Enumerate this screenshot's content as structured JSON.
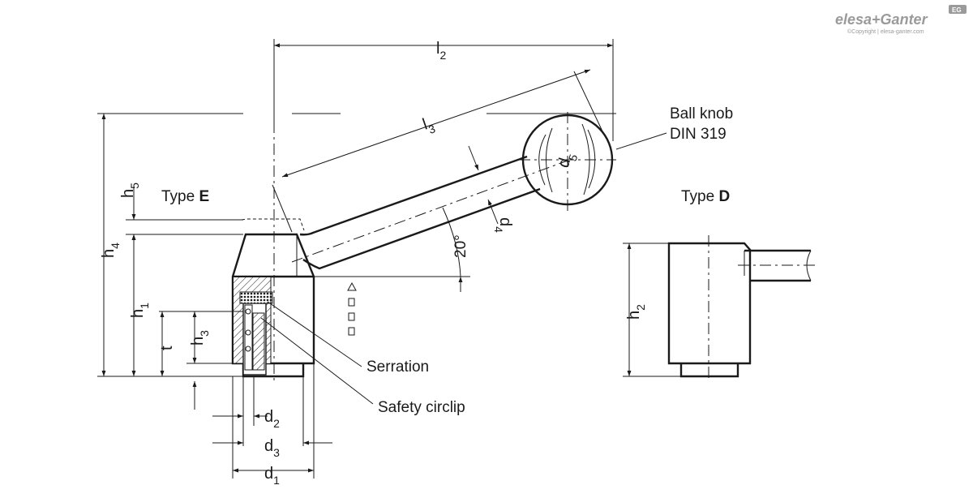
{
  "brand": {
    "name": "elesa+Ganter",
    "badge": "EG",
    "copyright": "©Copyright | elesa-ganter.com"
  },
  "labels": {
    "type_e_prefix": "Type ",
    "type_e_letter": "E",
    "type_d_prefix": "Type ",
    "type_d_letter": "D",
    "ball_knob_line1": "Ball knob",
    "ball_knob_line2": "DIN 319",
    "serration": "Serration",
    "safety_circlip": "Safety circlip",
    "angle": "20°"
  },
  "dimensions": {
    "l2": {
      "base": "l",
      "sub": "2"
    },
    "l3": {
      "base": "l",
      "sub": "3"
    },
    "d1": {
      "base": "d",
      "sub": "1"
    },
    "d2": {
      "base": "d",
      "sub": "2"
    },
    "d3": {
      "base": "d",
      "sub": "3"
    },
    "d4": {
      "base": "d",
      "sub": "4"
    },
    "d5": {
      "base": "d",
      "sub": "5"
    },
    "h1": {
      "base": "h",
      "sub": "1"
    },
    "h2": {
      "base": "h",
      "sub": "2"
    },
    "h3": {
      "base": "h",
      "sub": "3"
    },
    "h4": {
      "base": "h",
      "sub": "4"
    },
    "h5": {
      "base": "h",
      "sub": "5"
    },
    "t": {
      "base": "t"
    }
  }
}
